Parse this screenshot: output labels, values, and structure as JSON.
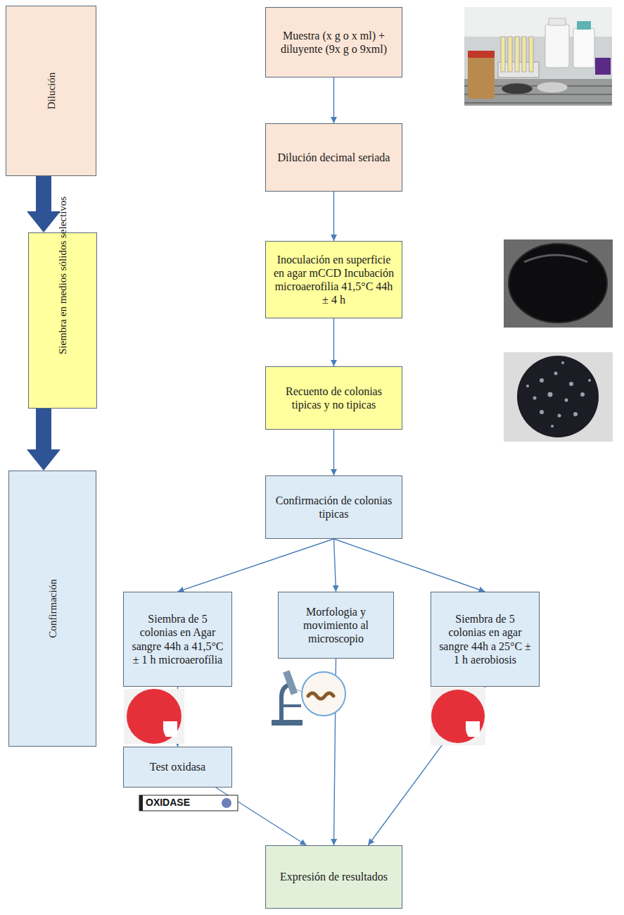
{
  "diagram": {
    "nodes": [
      {
        "text": [
          "Dilución"
        ]
      },
      {
        "text": [
          "Siembra en medios sólidos selectivos"
        ]
      },
      {
        "text": [
          "Confirmación"
        ]
      },
      {
        "text": [
          "Muestra (x g o x ml) + diluyente (9x g o 9xml)"
        ]
      },
      {
        "text": [
          "Dilución decimal seriada"
        ]
      },
      {
        "text": [
          "Inoculación en superficie en agar mCCD Incubación microaerofilia 41,5°C 44h ± 4 h"
        ]
      },
      {
        "text": [
          "Recuento de colonias tipicas y no tipicas"
        ]
      },
      {
        "text": [
          "Confirmación de colonias tipicas"
        ]
      },
      {
        "text": [
          "Siembra de 5 colonias en Agar sangre 44h a 41,5°C ± 1 h microaerofília"
        ]
      },
      {
        "text": [
          "Morfologia y movimiento al microscopio"
        ]
      },
      {
        "text": [
          "Siembra de 5 colonias en agar sangre 44h a 25°C ± 1 h aerobiosis"
        ]
      },
      {
        "text": [
          "Test oxidasa"
        ]
      },
      {
        "text": [
          "Expresión de resultados"
        ]
      }
    ],
    "edges": [
      {
        "from": 0,
        "to": 1,
        "arrow": "to"
      },
      {
        "from": 1,
        "to": 2,
        "arrow": "to"
      },
      {
        "from": 3,
        "to": 4,
        "arrow": "to"
      },
      {
        "from": 4,
        "to": 5,
        "arrow": "to"
      },
      {
        "from": 5,
        "to": 6,
        "arrow": "to"
      },
      {
        "from": 6,
        "to": 7,
        "arrow": "to"
      },
      {
        "from": 7,
        "to": 8,
        "arrow": "to"
      },
      {
        "from": 7,
        "to": 9,
        "arrow": "to"
      },
      {
        "from": 7,
        "to": 10,
        "arrow": "to"
      },
      {
        "from": 8,
        "to": 11,
        "arrow": "to"
      },
      {
        "from": 11,
        "to": 12,
        "arrow": "to"
      },
      {
        "from": 9,
        "to": 12,
        "arrow": "to"
      },
      {
        "from": 10,
        "to": 12,
        "arrow": "to"
      }
    ],
    "labels": [
      "OXIDASE"
    ]
  }
}
